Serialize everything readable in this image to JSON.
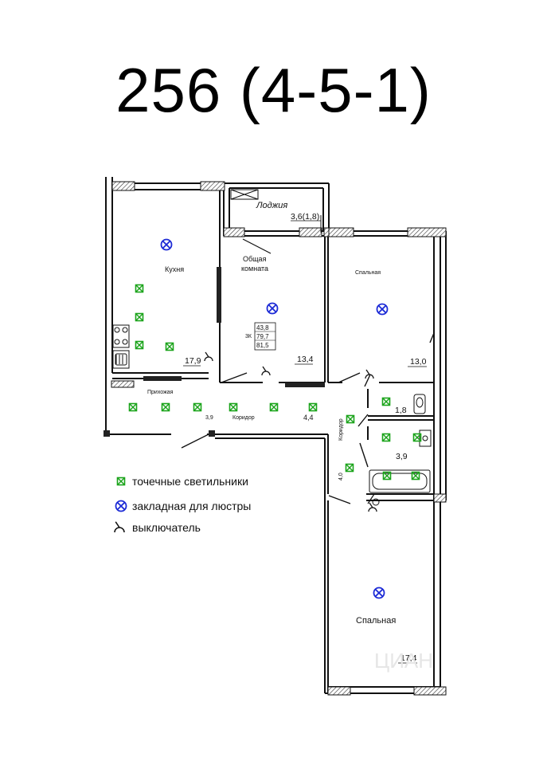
{
  "title": "256 (4-5-1)",
  "rooms": {
    "loggia": {
      "name": "Лоджия",
      "area": "3,6(1,8)"
    },
    "kitchen": {
      "name": "Кухня",
      "area": "17,9"
    },
    "living": {
      "name": "Общая\nкомната",
      "name_line1": "Общая",
      "name_line2": "комната",
      "area": "13,4"
    },
    "bedroom1": {
      "name": "Спальная",
      "area": "13,0"
    },
    "hall": {
      "name": "Прихожая"
    },
    "corridor_main": {
      "name": "Коридор",
      "area_a": "3,9",
      "area_b": "4,4"
    },
    "corridor_side": {
      "name": "Коридор",
      "area": "4,0"
    },
    "wc": {
      "area": "1,8"
    },
    "bath": {
      "area": "3,9"
    },
    "bedroom2": {
      "name": "Спальная",
      "area": "17,4"
    }
  },
  "summary": {
    "rooms": "3К",
    "living": "43,8",
    "total": "79,7",
    "total_with_loggia": "81,5"
  },
  "legend": {
    "spot": "точечные светильники",
    "chandelier": "закладная для люстры",
    "switch": "выключатель"
  },
  "colors": {
    "spot": "#1aa31a",
    "chandelier": "#1d2bd6",
    "wall": "#111111"
  },
  "icons": {
    "spot": "spot-light-icon",
    "chandelier": "chandelier-mount-icon",
    "switch": "switch-icon"
  },
  "watermark": "ЦИАН"
}
